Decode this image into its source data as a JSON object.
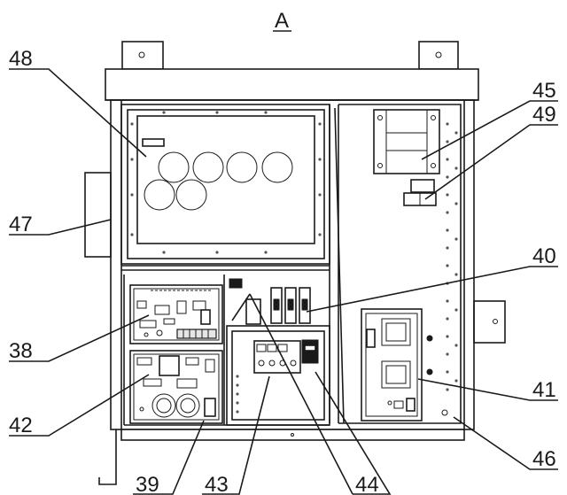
{
  "view_title": "A",
  "callouts": [
    {
      "id": "48",
      "label": "48"
    },
    {
      "id": "45",
      "label": "45"
    },
    {
      "id": "49",
      "label": "49"
    },
    {
      "id": "47",
      "label": "47"
    },
    {
      "id": "40",
      "label": "40"
    },
    {
      "id": "38",
      "label": "38"
    },
    {
      "id": "41",
      "label": "41"
    },
    {
      "id": "42",
      "label": "42"
    },
    {
      "id": "46",
      "label": "46"
    },
    {
      "id": "39",
      "label": "39"
    },
    {
      "id": "43",
      "label": "43"
    },
    {
      "id": "44",
      "label": "44"
    }
  ]
}
